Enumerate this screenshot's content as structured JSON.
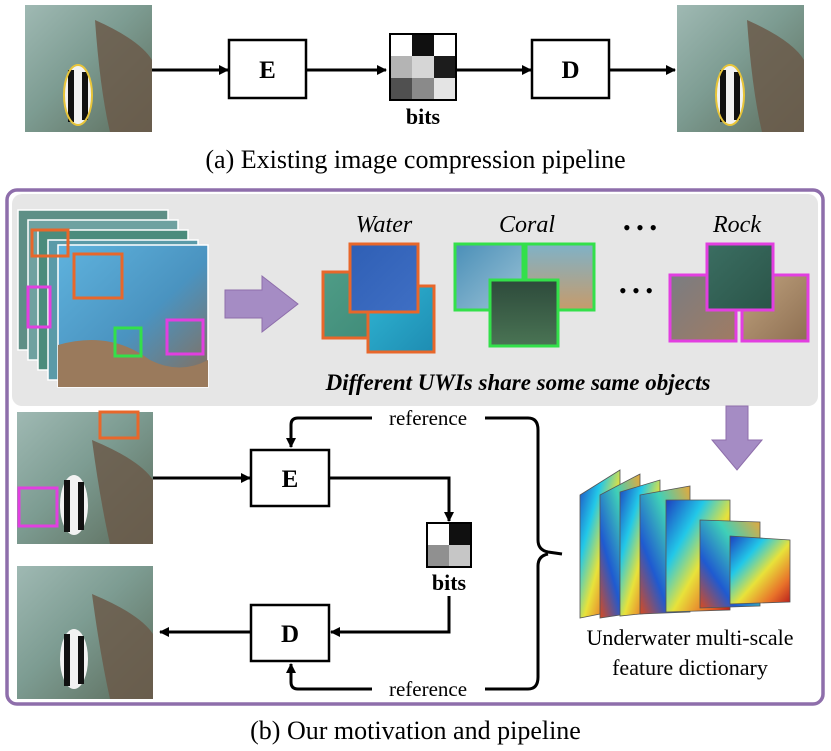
{
  "part_a": {
    "encoder_label": "E",
    "decoder_label": "D",
    "bits_label": "bits",
    "caption": "(a) Existing image compression pipeline"
  },
  "part_b": {
    "categories": [
      {
        "label": "Water",
        "color": "#e8672a"
      },
      {
        "label": "Coral",
        "color": "#33e04a"
      },
      {
        "label": "Rock",
        "color": "#e23fe0"
      }
    ],
    "ellipsis_top": "• • •",
    "ellipsis_mid": "• • •",
    "shared_caption": "Different UWIs share some same objects",
    "encoder_label": "E",
    "decoder_label": "D",
    "bits_label": "bits",
    "reference_top": "reference",
    "reference_bottom": "reference",
    "dictionary_line1": "Underwater multi-scale",
    "dictionary_line2": "feature dictionary",
    "caption": "(b) Our motivation and pipeline"
  },
  "colors": {
    "panel_border": "#8e6eab",
    "panel_fill": "#e6e6e6",
    "block_arrow": "#a58cc4",
    "water": "#e8672a",
    "coral": "#33e04a",
    "rock": "#e23fe0"
  }
}
